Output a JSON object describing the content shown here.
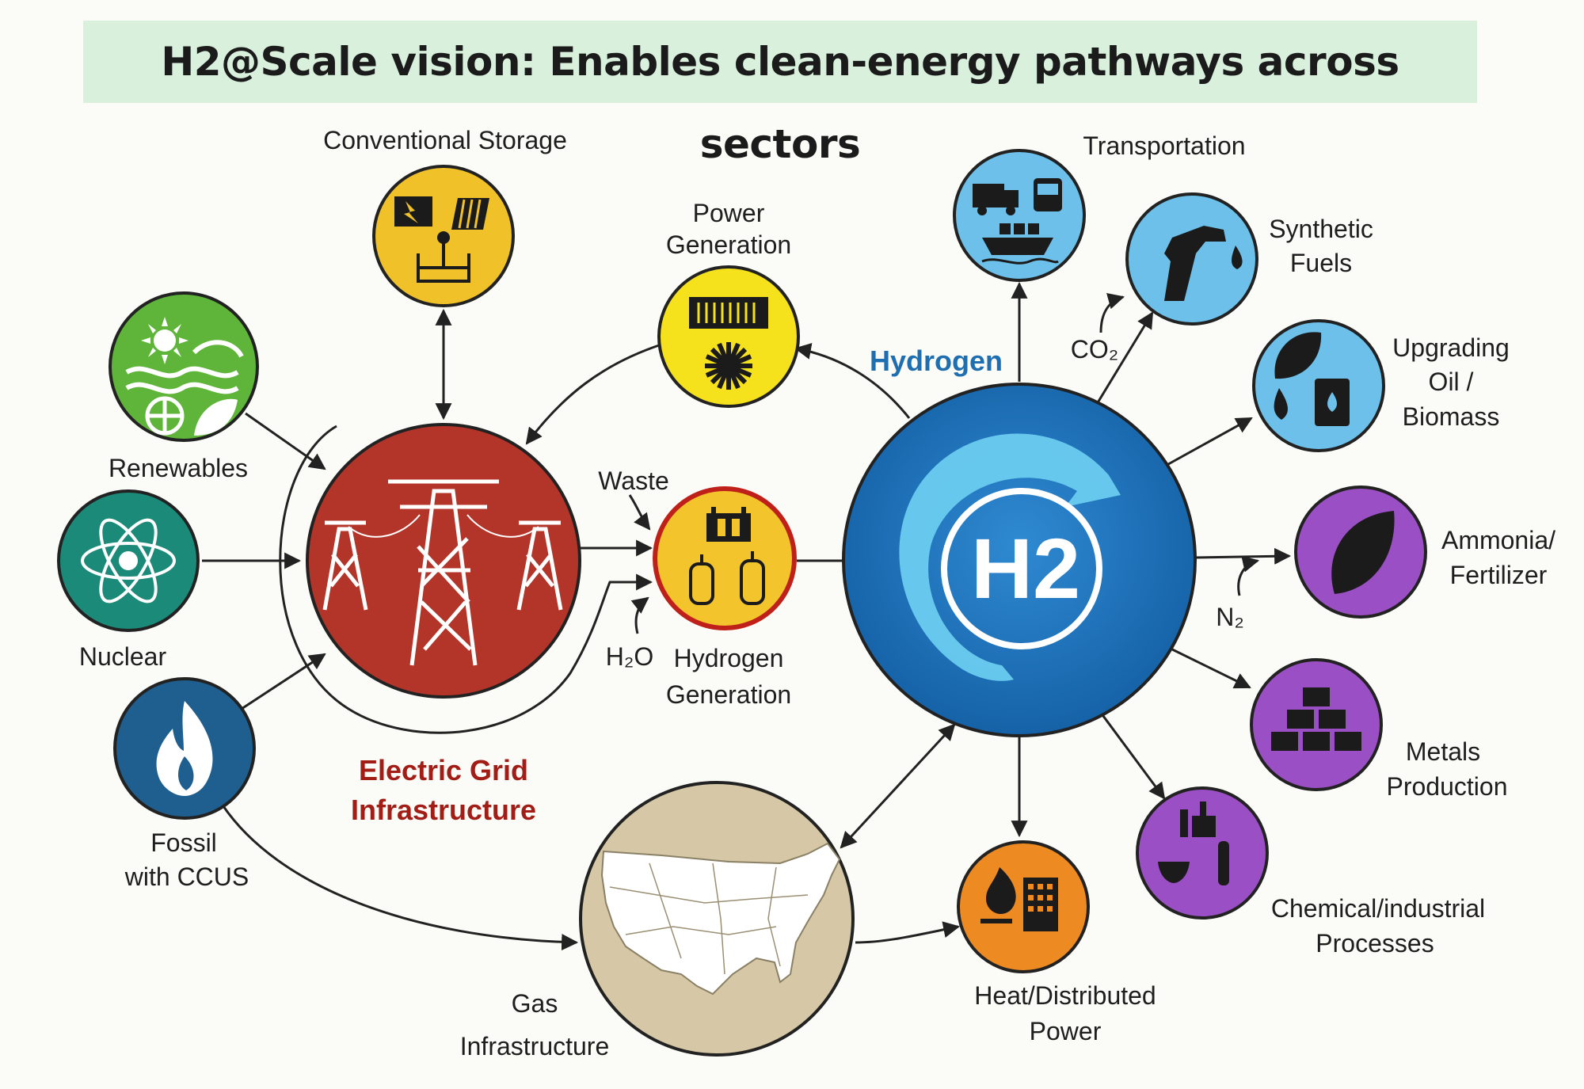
{
  "title": "H2@Scale vision: Enables clean-energy pathways across sectors",
  "sources": {
    "renewables": "Renewables",
    "nuclear": "Nuclear",
    "fossil_line1": "Fossil",
    "fossil_line2": "with CCUS"
  },
  "nodes": {
    "conventional_storage": "Conventional Storage",
    "power_generation_line1": "Power",
    "power_generation_line2": "Generation",
    "hydrogen_generation_line1": "Hydrogen",
    "hydrogen_generation_line2": "Generation",
    "electric_grid_line1": "Electric Grid",
    "electric_grid_line2": "Infrastructure",
    "gas_infra_line1": "Gas",
    "gas_infra_line2": "Infrastructure",
    "hydrogen_label": "Hydrogen",
    "hydrogen_hub": "H2"
  },
  "inputs": {
    "waste": "Waste",
    "water": "H₂O",
    "co2": "CO₂",
    "n2": "N₂"
  },
  "end_uses": {
    "transportation": "Transportation",
    "synthetic_fuels_line1": "Synthetic",
    "synthetic_fuels_line2": "Fuels",
    "upgrading_line1": "Upgrading",
    "upgrading_line2": "Oil /",
    "upgrading_line3": "Biomass",
    "ammonia_line1": "Ammonia/",
    "ammonia_line2": "Fertilizer",
    "metals_line1": "Metals",
    "metals_line2": "Production",
    "chemical_line1": "Chemical/industrial",
    "chemical_line2": "Processes",
    "heat_line1": "Heat/Distributed",
    "heat_line2": "Power"
  },
  "colors": {
    "renewables": "#5fb43a",
    "nuclear": "#1c8a78",
    "fossil": "#1f5f8f",
    "storage": "#f1c12a",
    "power": "#f6e21c",
    "grid": "#b33428",
    "h2gen": "#f3c42c",
    "gas": "#d6c8a6",
    "hydrogen": "#1b74bd",
    "transport": "#6cc0ea",
    "fuels": "#6cc0ea",
    "upgrading": "#6cc0ea",
    "ammonia": "#9b4fc4",
    "metals": "#9b4fc4",
    "chemical": "#9b4fc4",
    "heat": "#ee8a22"
  }
}
